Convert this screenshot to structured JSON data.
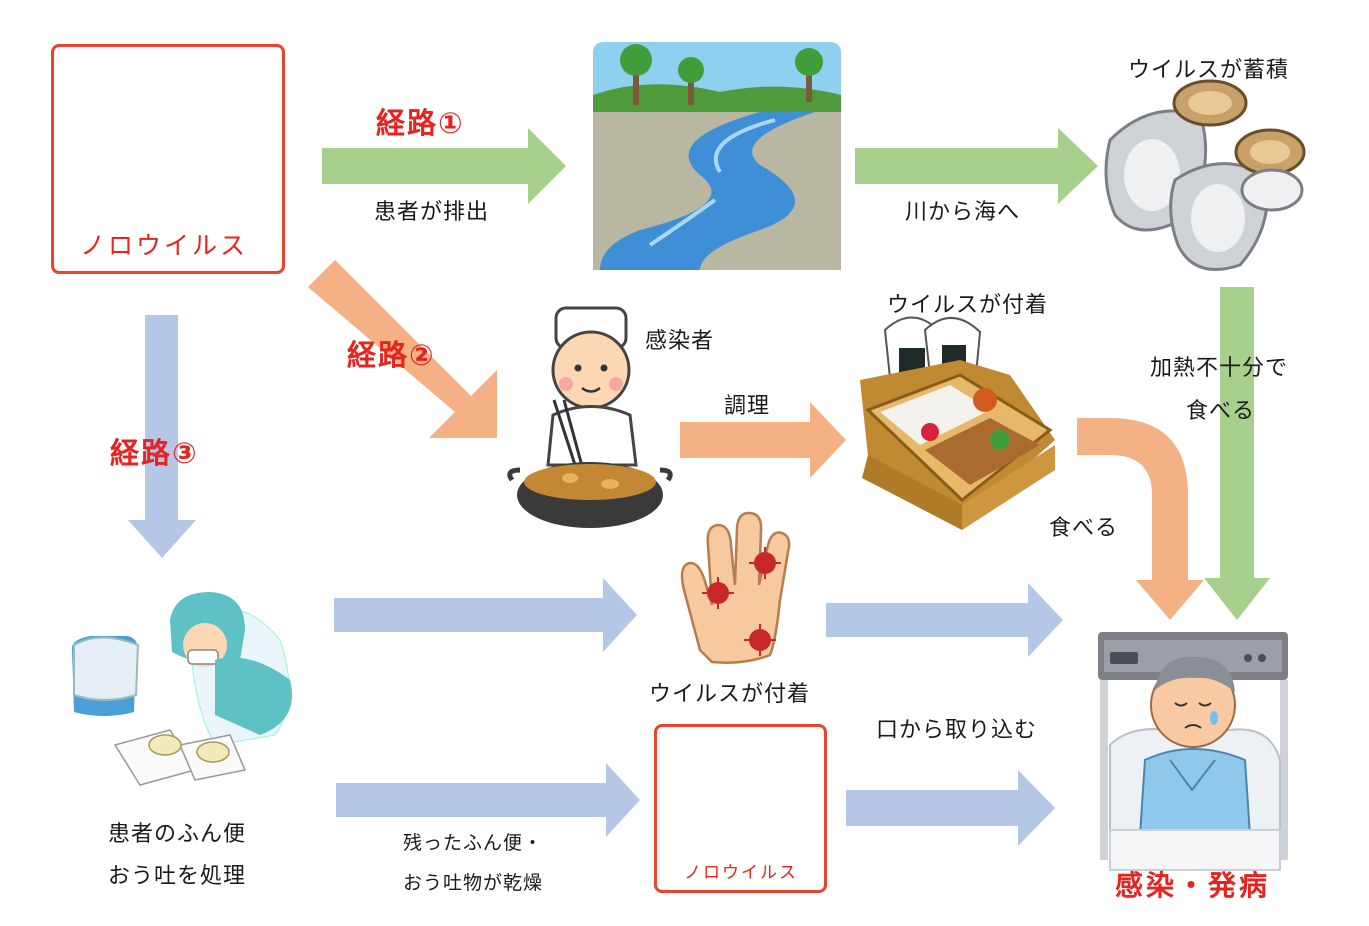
{
  "colors": {
    "red": "#e8231f",
    "green_arrow": "#a8d08d",
    "orange_arrow": "#f4b183",
    "blue_arrow": "#b4c7e7",
    "virus": "#c62828"
  },
  "source_box": {
    "label": "ノロウイルス"
  },
  "routes": {
    "r1": {
      "name": "経路①",
      "arrow_label": "患者が排出",
      "river_label": "川から海へ",
      "shellfish_label": "ウイルスが蓄積",
      "eat_label_line1": "加熱不十分で",
      "eat_label_line2": "食べる"
    },
    "r2": {
      "name": "経路②",
      "person_label": "感染者",
      "cook_label": "調理",
      "bento_label": "ウイルスが付着",
      "eat_label": "食べる"
    },
    "r3": {
      "name": "経路③",
      "cleanup_line1": "患者のふん便",
      "cleanup_line2": "おう吐を処理",
      "hand_label": "ウイルスが付着",
      "dry_line1": "残ったふん便・",
      "dry_line2": "おう吐物が乾燥",
      "dry_virus_label": "ノロウイルス",
      "mouth_label": "口から取り込む"
    }
  },
  "result": {
    "label": "感染・発病"
  },
  "icons": [
    "virus-icon",
    "river-landscape-icon",
    "shellfish-icon",
    "chef-icon",
    "bento-icon",
    "hand-icon",
    "cleaning-worker-icon",
    "patient-in-bed-icon"
  ]
}
